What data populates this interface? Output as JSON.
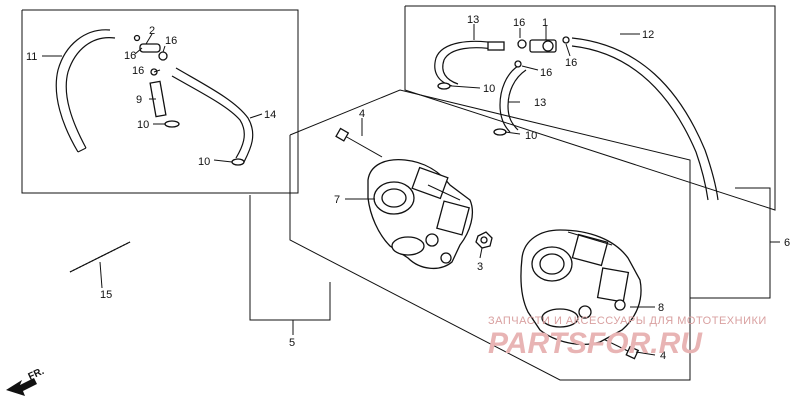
{
  "labels": {
    "n1": "1",
    "n2": "2",
    "n3": "3",
    "n4a": "4",
    "n4b": "4",
    "n5": "5",
    "n6": "6",
    "n7": "7",
    "n8": "8",
    "n9": "9",
    "n10a": "10",
    "n10b": "10",
    "n10c": "10",
    "n10d": "10",
    "n11": "11",
    "n12": "12",
    "n13a": "13",
    "n13b": "13",
    "n14": "14",
    "n15": "15",
    "n16a": "16",
    "n16b": "16",
    "n16c": "16",
    "n16d": "16",
    "n16e": "16",
    "n16f": "16"
  },
  "direction_marker": "FR.",
  "watermark": {
    "line1": "ЗАПЧАСТИ И АКСЕССУАРЫ ДЛЯ МОТОТЕХНИКИ",
    "line2": "PARTSFOR.RU"
  },
  "colors": {
    "line": "#111111",
    "watermark": "#e8b4b4"
  }
}
